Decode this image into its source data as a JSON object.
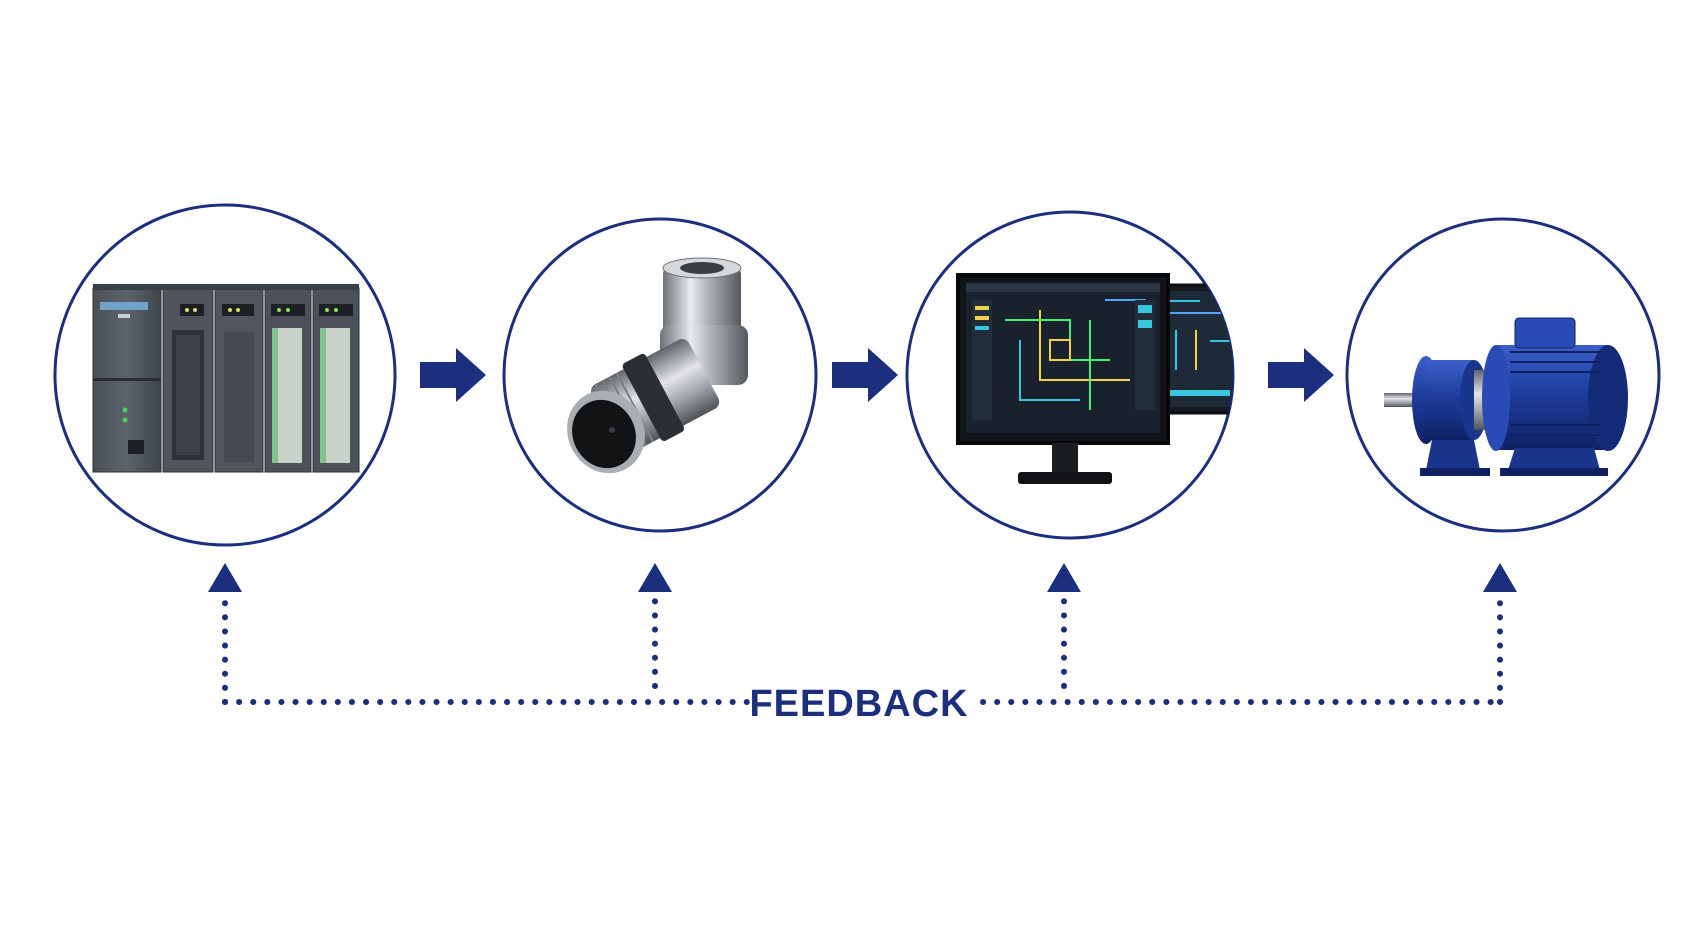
{
  "diagram": {
    "feedback_label": "FEEDBACK",
    "stages": [
      {
        "name": "plc-controller"
      },
      {
        "name": "sensor"
      },
      {
        "name": "hmi-monitor"
      },
      {
        "name": "electric-motor"
      }
    ],
    "colors": {
      "accent": "#1b2f7e",
      "background": "#ffffff"
    }
  }
}
